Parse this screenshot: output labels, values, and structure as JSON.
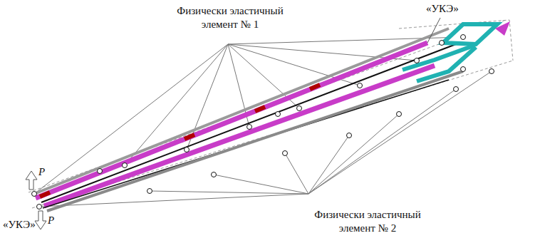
{
  "diagram": {
    "labels": [
      "«УКЭ»",
      "Физически эластичный элемент № 1",
      "P",
      "«УКЭ»",
      "P",
      "Физически эластичный элемент № 2"
    ]
  }
}
